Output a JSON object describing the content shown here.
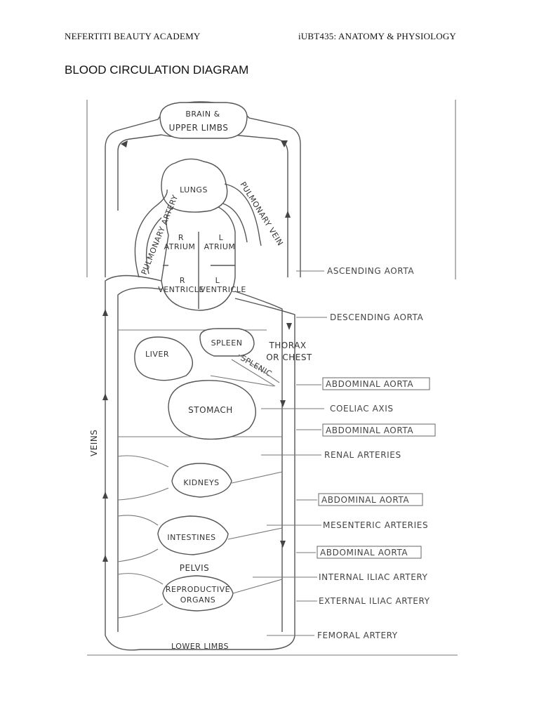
{
  "header": {
    "left": "NEFERTITI BEAUTY ACADEMY",
    "right": "iUBT435: ANATOMY & PHYSIOLOGY"
  },
  "title": "BLOOD CIRCULATION DIAGRAM",
  "diagram": {
    "organs": {
      "brain_line1": "BRAIN &",
      "brain_line2": "UPPER LIMBS",
      "lungs": "LUNGS",
      "pulmonary_artery": "PULMONARY ARTERY",
      "pulmonary_vein": "PULMONARY VEIN",
      "r_atrium_1": "R",
      "r_atrium_2": "ATRIUM",
      "l_atrium_1": "L",
      "l_atrium_2": "ATRIUM",
      "r_ventricle_1": "R",
      "r_ventricle_2": "VENTRICLE",
      "l_ventricle_1": "L",
      "l_ventricle_2": "VENTRICLE",
      "liver": "LIVER",
      "spleen": "SPLEEN",
      "splenic": "SPLENIC",
      "thorax_1": "THORAX",
      "thorax_2": "OR CHEST",
      "stomach": "STOMACH",
      "veins": "VEINS",
      "kidneys": "KIDNEYS",
      "intestines": "INTESTINES",
      "pelvis": "PELVIS",
      "reproductive_1": "REPRODUCTIVE",
      "reproductive_2": "ORGANS",
      "lower_limbs": "LOWER LIMBS"
    },
    "callouts": [
      "ASCENDING AORTA",
      "DESCENDING AORTA",
      "ABDOMINAL AORTA",
      "COELIAC AXIS",
      "ABDOMINAL AORTA",
      "RENAL ARTERIES",
      "ABDOMINAL AORTA",
      "MESENTERIC ARTERIES",
      "ABDOMINAL AORTA",
      "INTERNAL ILIAC ARTERY",
      "EXTERNAL ILIAC ARTERY",
      "FEMORAL ARTERY"
    ]
  }
}
